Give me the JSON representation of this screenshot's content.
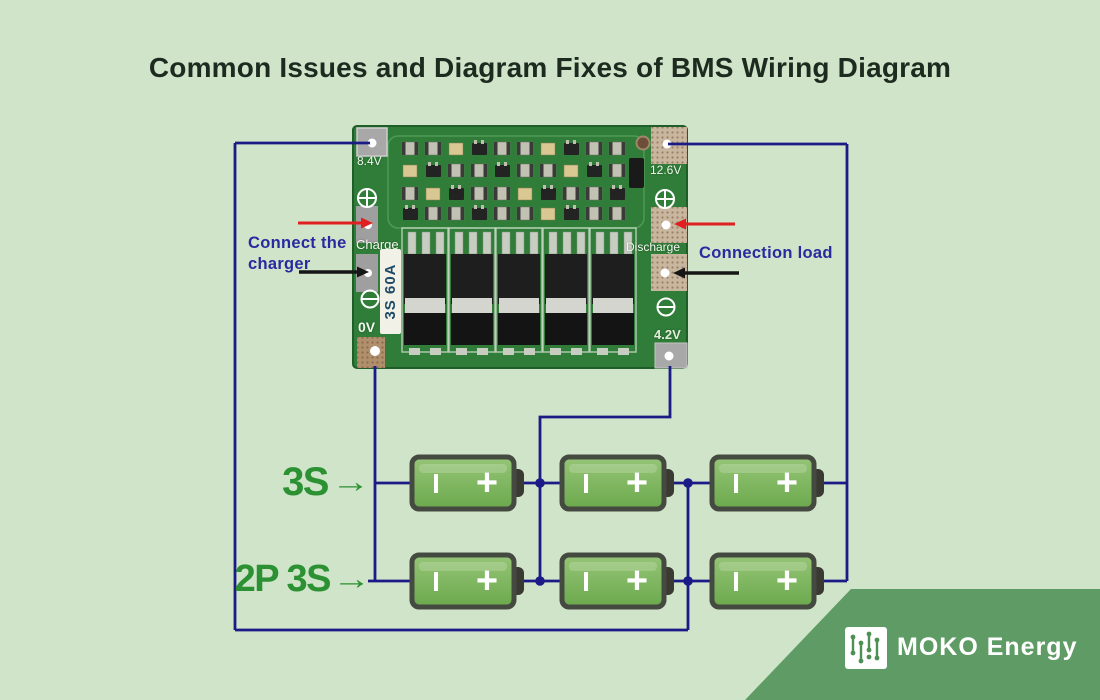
{
  "title": "Common Issues and Diagram Fixes of BMS Wiring Diagram",
  "pcb": {
    "pads": {
      "top_left": "8.4V",
      "top_right": "12.6V",
      "bottom_left": "0V",
      "bottom_right": "4.2V"
    },
    "ports": {
      "charge": "Charge",
      "discharge": "Discharge"
    },
    "rating_label": "3S 60A"
  },
  "annotations": {
    "charger": {
      "line1": "Connect the",
      "line2": "charger"
    },
    "load": {
      "text": "Connection load"
    }
  },
  "rows": [
    {
      "label": "3S"
    },
    {
      "label": "2P 3S"
    }
  ],
  "arrow_char": "→",
  "battery": {
    "terminal_neg": "I",
    "terminal_pos": "+"
  },
  "logo": {
    "text": "MOKO Energy"
  },
  "colors": {
    "background": "#cfe4c8",
    "title_text": "#1d2a1f",
    "wire": "#1b1b88",
    "label_green": "#2c9133",
    "annotation_blue": "#2a2aa0",
    "arrow_red": "#e02020",
    "arrow_black": "#161616",
    "banner_green": "#5f9b64",
    "battery_fill": "#7cb45e",
    "battery_border": "#454a40",
    "pcb_green": "#2f7d38"
  }
}
